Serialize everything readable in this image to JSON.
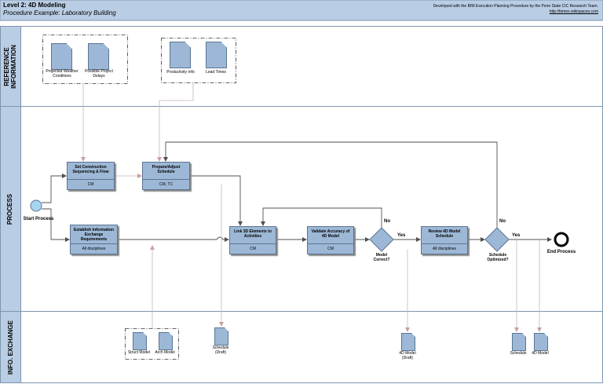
{
  "header": {
    "title": "Level 2: 4D Modeling",
    "subtitle": "Procedure Example: Laboratory Building",
    "credit": "Developed with the BIM Execution Planning Procedure by the Penn State CIC Research Team.",
    "link": "http://bimex.wikispaces.com"
  },
  "lanes": {
    "reference": "REFERENCE INFORMATION",
    "process": "PROCESS",
    "info_exchange": "INFO. EXCHANGE"
  },
  "reference_docs": {
    "weather": "Projected Weather Conditions",
    "delays": "Possible Project Delays",
    "productivity": "Productivity Info",
    "lead_times": "Lead Times"
  },
  "events": {
    "start": "Start Process",
    "end": "End Process"
  },
  "tasks": {
    "sequencing": {
      "name": "Set Construction Sequencing & Flow",
      "role": "CM"
    },
    "schedule": {
      "name": "Prepare/Adjust Schedule",
      "role": "CM, TC"
    },
    "requirements": {
      "name": "Establish Information Exchange Requirements",
      "role": "All disciplines"
    },
    "link3d": {
      "name": "Link 3D Elements to Activities",
      "role": "CM"
    },
    "validate": {
      "name": "Validate Accuracy of 4D Model",
      "role": "CM"
    },
    "review": {
      "name": "Review 4D Model Schedule",
      "role": "All disciplines"
    }
  },
  "gateways": {
    "model_correct": {
      "label": "Model Correct?",
      "yes": "Yes",
      "no": "No"
    },
    "schedule_optimized": {
      "label": "Schedule Optimized?",
      "yes": "Yes",
      "no": "No"
    }
  },
  "info_docs": {
    "struct": "Struct Model",
    "arch": "Arch Model",
    "schedule_draft": "Schedule (Draft)",
    "model_draft": "4D Model (Draft)",
    "schedule": "Schedule",
    "model": "4D Model"
  },
  "colors": {
    "header_bg": "#b9cde4",
    "lane_bg": "#b9cde4",
    "task_fill": "#9db8d6",
    "start_fill": "#a8d4f0"
  }
}
